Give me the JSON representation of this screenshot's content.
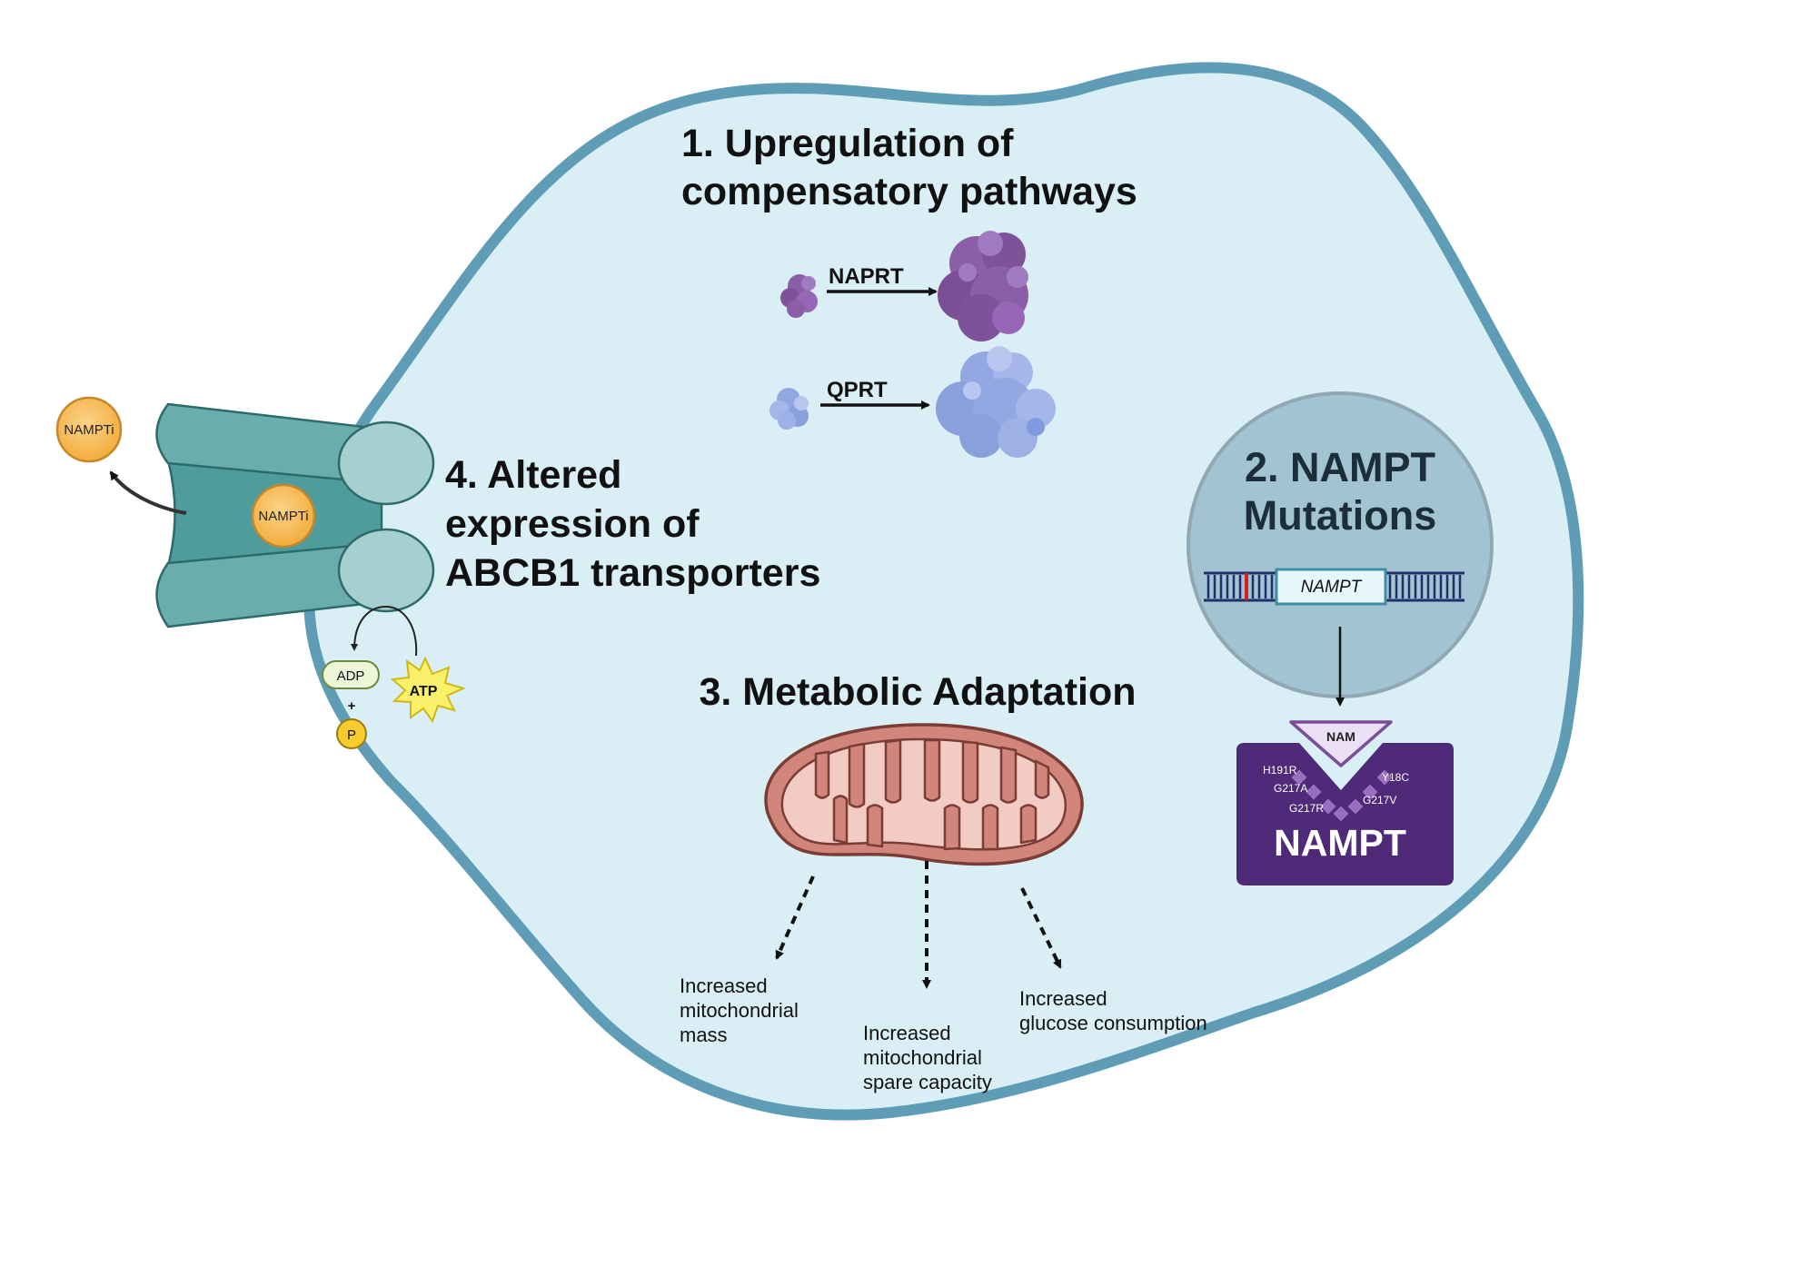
{
  "sections": {
    "compensatory": {
      "title_lines": [
        "1. Upregulation of",
        "compensatory pathways"
      ],
      "enzymes": [
        {
          "label": "NAPRT",
          "color": "#8b5ea8"
        },
        {
          "label": "QPRT",
          "color": "#93a8e2"
        }
      ]
    },
    "mutations": {
      "title_lines": [
        "2. NAMPT",
        "Mutations"
      ],
      "gene_label": "NAMPT",
      "substrate_label": "NAM",
      "protein_label": "NAMPT",
      "mutation_sites": [
        "H191R",
        "G217A",
        "G217R",
        "Y18C",
        "G217V"
      ],
      "protein_color": "#4e2a78"
    },
    "metabolic": {
      "title": "3. Metabolic Adaptation",
      "outcomes": [
        [
          "Increased",
          "mitochondrial",
          "mass"
        ],
        [
          "Increased",
          "mitochondrial",
          "spare capacity"
        ],
        [
          "Increased",
          "glucose consumption"
        ]
      ]
    },
    "transporters": {
      "title_lines": [
        "4. Altered",
        "expression of",
        "ABCB1 transporters"
      ],
      "drug_label": "NAMPTi",
      "adp_label": "ADP",
      "atp_label": "ATP",
      "phosphate_label": "P",
      "plus_label": "+"
    }
  },
  "colors": {
    "cell_fill": "#d9eff5",
    "cell_membrane": "#5e9db5",
    "transporter": "#5aa3a3",
    "drug": "#f7bd52"
  }
}
